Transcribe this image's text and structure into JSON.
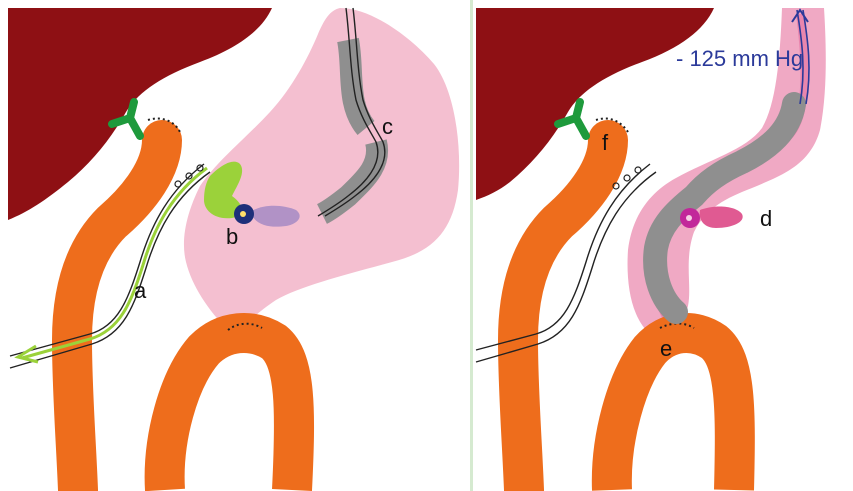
{
  "panels": [
    {
      "id": "left",
      "labels": {
        "a": "a",
        "b": "b",
        "c": "c"
      }
    },
    {
      "id": "right",
      "labels": {
        "d": "d",
        "e": "e",
        "f": "f"
      },
      "pressure_text": "- 125 mm Hg"
    }
  ],
  "colors": {
    "liver": "#8e1014",
    "bowel": "#ee6d1c",
    "cavity": "#f4bfd0",
    "cavity_dark": "#e05a92",
    "gallbladder_duct": "#1e9a3c",
    "leak": "#9bd23a",
    "sponge": "#8f8f8f",
    "suction": "#2b3a9a",
    "divider": "#d5ead0"
  }
}
